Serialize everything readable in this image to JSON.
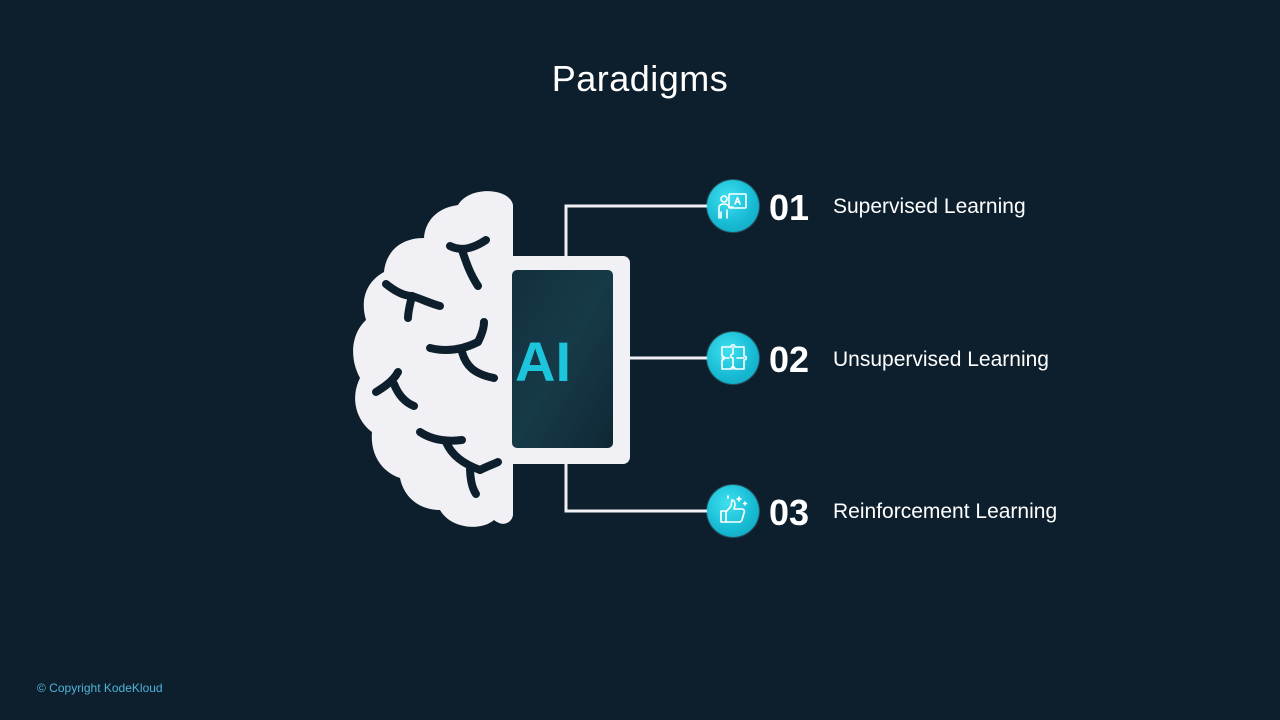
{
  "title": "Paradigms",
  "center": {
    "chip_label": "AI"
  },
  "items": [
    {
      "number": "01",
      "label": "Supervised Learning",
      "icon": "teacher-board-icon"
    },
    {
      "number": "02",
      "label": "Unsupervised Learning",
      "icon": "puzzle-icon"
    },
    {
      "number": "03",
      "label": "Reinforcement Learning",
      "icon": "thumbs-up-sparkle-icon"
    }
  ],
  "footer": {
    "copyright": "© Copyright KodeKloud"
  },
  "colors": {
    "background": "#0d1f2d",
    "accent": "#1cc4dc",
    "brain": "#f1f0f4",
    "chip_screen": "#0f2a38",
    "copyright": "#4fb3d9"
  }
}
